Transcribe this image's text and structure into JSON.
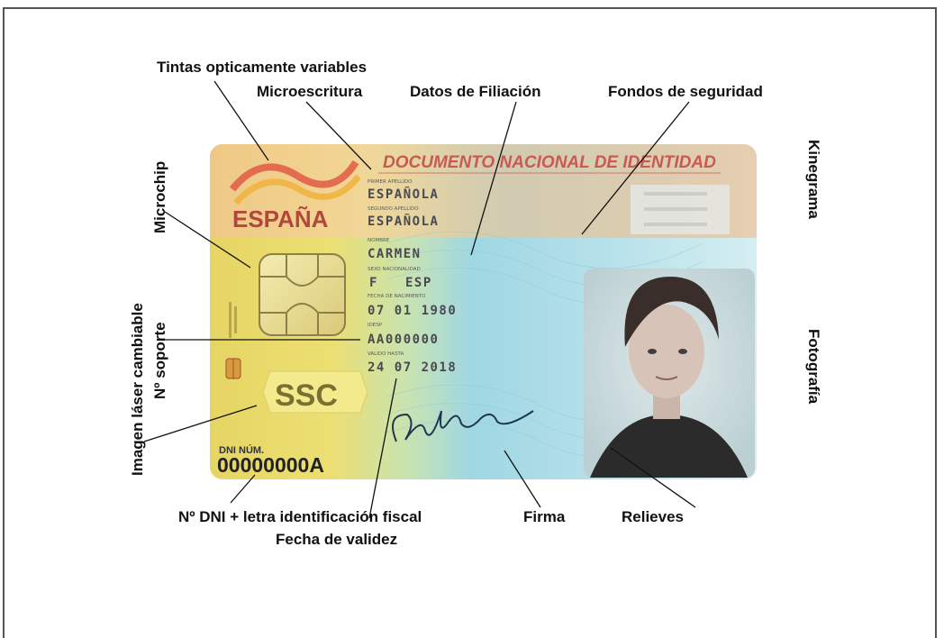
{
  "card": {
    "title": "DOCUMENTO NACIONAL DE IDENTIDAD",
    "country": "ESPAÑA",
    "surname1_label": "PRIMER APELLIDO",
    "surname1": "ESPAÑOLA",
    "surname2_label": "SEGUNDO APELLIDO",
    "surname2": "ESPAÑOLA",
    "name_label": "NOMBRE",
    "name": "CARMEN",
    "sex_nat_label": "SEXO    NACIONALIDAD",
    "sex": "F",
    "nationality": "ESP",
    "birth_label": "FECHA DE NACIMIENTO",
    "birth_date": "07 01 1980",
    "support_label": "IDESP",
    "support_number": "AA000000",
    "valid_label": "VALIDO HASTA",
    "valid_until": "24 07 2018",
    "ssc": "SSC",
    "dni_label": "DNI NÚM.",
    "dni_number": "00000000A"
  },
  "callouts": {
    "tintas": "Tintas opticamente variables",
    "microescritura": "Microescritura",
    "datos": "Datos de Filiación",
    "fondos": "Fondos de seguridad",
    "microchip": "Microchip",
    "imagen_laser": "Imagen láser cambiable",
    "soporte": "Nº soporte",
    "kinegrama": "Kinegrama",
    "fotografia": "Fotografía",
    "dni_letra": "Nº DNI + letra identificación fiscal",
    "firma": "Firma",
    "relieves": "Relieves",
    "validez": "Fecha de validez"
  },
  "colors": {
    "card_yellow": "#eadc6a",
    "card_blue": "#a9dbe6",
    "title_red": "#c85a52",
    "callout_text": "#111111"
  }
}
